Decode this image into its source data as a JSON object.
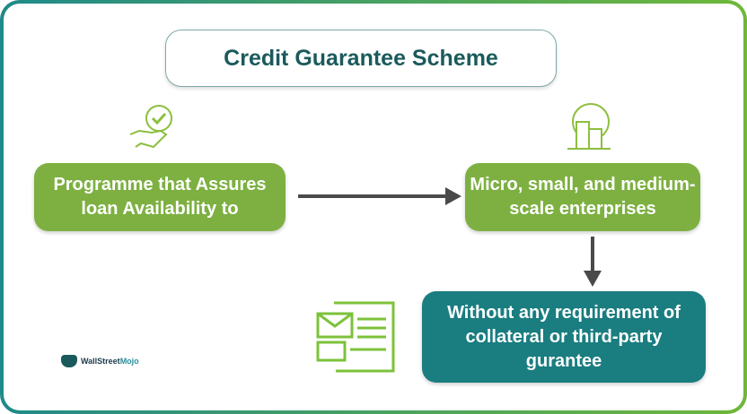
{
  "title": "Credit Guarantee Scheme",
  "box_left": "Programme that Assures loan Availability to",
  "box_right": "Micro, small, and medium-scale enterprises",
  "box_bottom": "Without any requirement of collateral or third-party gurantee",
  "logo": "WallStreetMojo",
  "colors": {
    "green": "#7db041",
    "teal": "#1a7d80",
    "title": "#1b5a5c"
  }
}
